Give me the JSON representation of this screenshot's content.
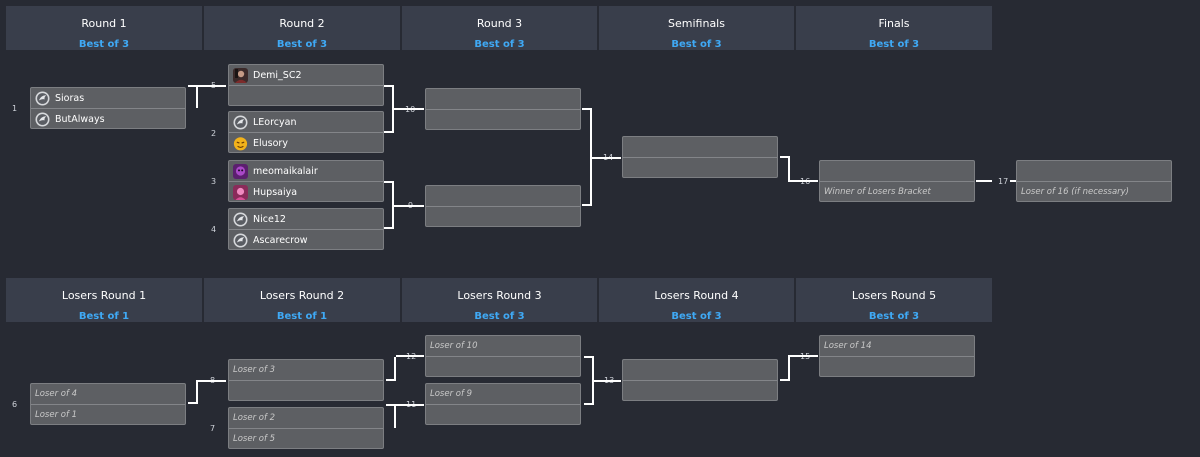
{
  "winners_headers": [
    {
      "round": "Round 1",
      "best_of": "Best of 3"
    },
    {
      "round": "Round 2",
      "best_of": "Best of 3"
    },
    {
      "round": "Round 3",
      "best_of": "Best of 3"
    },
    {
      "round": "Semifinals",
      "best_of": "Best of 3"
    },
    {
      "round": "Finals",
      "best_of": "Best of 3"
    }
  ],
  "losers_headers": [
    {
      "round": "Losers Round 1",
      "best_of": "Best of 1"
    },
    {
      "round": "Losers Round 2",
      "best_of": "Best of 1"
    },
    {
      "round": "Losers Round 3",
      "best_of": "Best of 3"
    },
    {
      "round": "Losers Round 4",
      "best_of": "Best of 3"
    },
    {
      "round": "Losers Round 5",
      "best_of": "Best of 3"
    }
  ],
  "winners_matches": {
    "m1": {
      "number": "1",
      "top": "Sioras",
      "top_icon": "wing-icon",
      "bottom": "ButAlways",
      "bottom_icon": "wing-icon"
    },
    "m5": {
      "number": "5",
      "top": "Demi_SC2",
      "top_icon": "photo-avatar",
      "bottom": "",
      "bottom_icon": ""
    },
    "m2": {
      "number": "2",
      "top": "LEorcyan",
      "top_icon": "wing-icon",
      "bottom": "Elusory",
      "bottom_icon": "emoji-avatar"
    },
    "m3": {
      "number": "3",
      "top": "meomaikalair",
      "top_icon": "purple-avatar",
      "bottom": "Hupsaiya",
      "bottom_icon": "pink-avatar"
    },
    "m4": {
      "number": "4",
      "top": "Nice12",
      "top_icon": "wing-icon",
      "bottom": "Ascarecrow",
      "bottom_icon": "wing-icon"
    },
    "m10": {
      "number": "10",
      "top": "",
      "bottom": ""
    },
    "m9": {
      "number": "9",
      "top": "",
      "bottom": ""
    },
    "m14": {
      "number": "14",
      "top": "",
      "bottom": ""
    },
    "m16": {
      "number": "16",
      "top": "",
      "bottom": "Winner of Losers Bracket"
    },
    "m17": {
      "number": "17",
      "top": "",
      "bottom": "Loser of 16 (if necessary)"
    }
  },
  "losers_matches": {
    "m6": {
      "number": "6",
      "top": "Loser of 4",
      "bottom": "Loser of 1"
    },
    "m8": {
      "number": "8",
      "top": "Loser of 3",
      "bottom": ""
    },
    "m7": {
      "number": "7",
      "top": "Loser of 2",
      "bottom": "Loser of 5"
    },
    "m12": {
      "number": "12",
      "top": "Loser of 10",
      "bottom": ""
    },
    "m11": {
      "number": "11",
      "top": "Loser of 9",
      "bottom": ""
    },
    "m13": {
      "number": "13",
      "top": "",
      "bottom": ""
    },
    "m15": {
      "number": "15",
      "top": "Loser of 14",
      "bottom": ""
    }
  },
  "colors": {
    "accent": "#3fa9f5",
    "background": "#272a33",
    "header": "#393e4b",
    "match": "#5d5f63"
  }
}
